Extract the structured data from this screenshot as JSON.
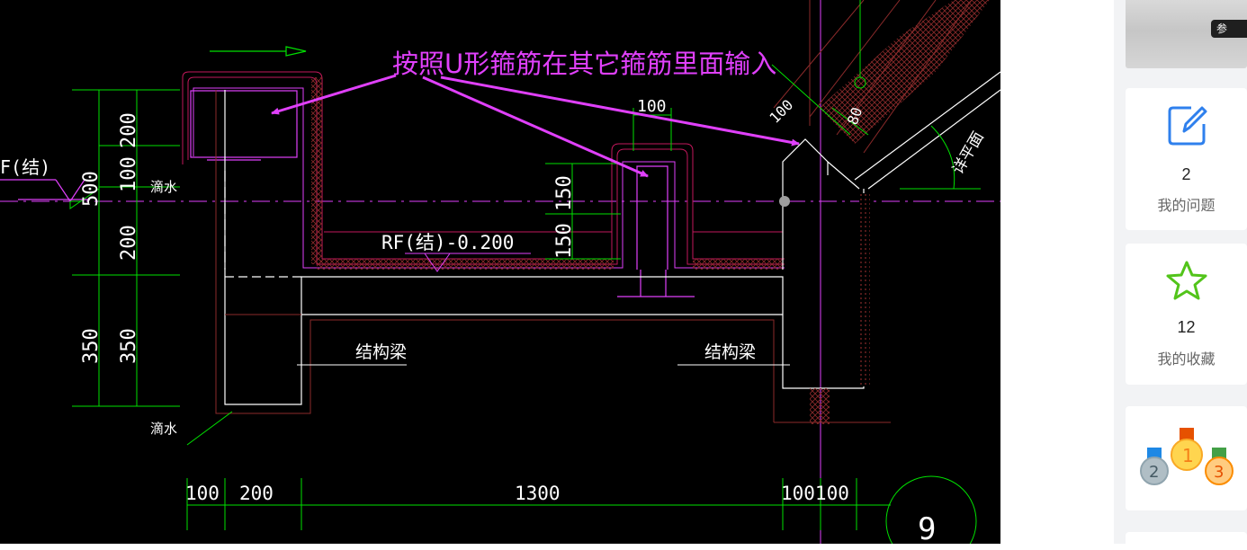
{
  "drawing": {
    "annotation": "按照U形箍筋在其它箍筋里面输入",
    "slab_label": "RF(结)-0.200",
    "left_level_label": "F(结)",
    "beam_label_left": "结构梁",
    "beam_label_right": "结构梁",
    "drip_label_top": "滴水",
    "drip_label_bottom": "滴水",
    "roof_label": "详平面",
    "upstand_width": "100",
    "roof_dim_100": "100",
    "roof_dim_80": "80",
    "axis_number": "9",
    "dims_vertical_outer": [
      "200",
      "100",
      "200",
      "350"
    ],
    "dims_vertical_inner": [
      "500",
      "350"
    ],
    "dims_upstand": [
      "150",
      "150"
    ],
    "dims_horizontal": [
      "100",
      "200",
      "1300",
      "100100"
    ],
    "colors": {
      "background": "#000000",
      "annotation": "#e040fb",
      "concrete": "#ffffff",
      "rebar": "#c2185b",
      "dimension": "#00e000",
      "text": "#ffffff",
      "hatch": "#8b2a2a"
    }
  },
  "panel": {
    "thumb_tag": "参",
    "cards": [
      {
        "count": "2",
        "label": "我的问题",
        "icon": "edit-icon"
      },
      {
        "count": "12",
        "label": "我的收藏",
        "icon": "star-icon"
      },
      {
        "icon": "medals-icon"
      }
    ]
  }
}
